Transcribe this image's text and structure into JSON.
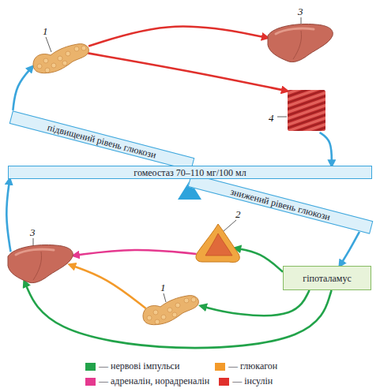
{
  "diagram": {
    "nodes": [
      {
        "text": [
          "1"
        ]
      },
      {
        "text": [
          "3"
        ]
      },
      {
        "text": [
          "4"
        ]
      },
      {
        "text": [
          "підвищений рівень глюкози"
        ]
      },
      {
        "text": [
          "гомеостаз 70–110 мг/100 мл"
        ]
      },
      {
        "text": [
          "знижений рівень глюкози"
        ]
      },
      {
        "text": [
          "2"
        ]
      },
      {
        "text": [
          "3"
        ]
      },
      {
        "text": [
          "гіпоталамус"
        ]
      },
      {
        "text": [
          "1"
        ]
      }
    ],
    "edges": [
      {
        "from": 3,
        "to": 0,
        "arrow": "to"
      },
      {
        "from": 0,
        "to": 1,
        "arrow": "to"
      },
      {
        "from": 0,
        "to": 2,
        "arrow": "to"
      },
      {
        "from": 2,
        "to": 4,
        "arrow": "to"
      },
      {
        "from": 5,
        "to": 8,
        "arrow": "to"
      },
      {
        "from": 8,
        "to": 6,
        "arrow": "to"
      },
      {
        "from": 6,
        "to": 7,
        "arrow": "to"
      },
      {
        "from": 8,
        "to": 9,
        "arrow": "to"
      },
      {
        "from": 9,
        "to": 7,
        "arrow": "to"
      },
      {
        "from": 8,
        "to": 7,
        "arrow": "to"
      },
      {
        "from": 7,
        "to": 4,
        "arrow": "to"
      }
    ],
    "legend": [
      {
        "text": "— нервові імпульси",
        "color": "#22a34a"
      },
      {
        "text": "— глюкагон",
        "color": "#f39a2a"
      },
      {
        "text": "— адреналін, норадреналін",
        "color": "#e5398f"
      },
      {
        "text": "— інсулін",
        "color": "#e0302c"
      }
    ]
  }
}
